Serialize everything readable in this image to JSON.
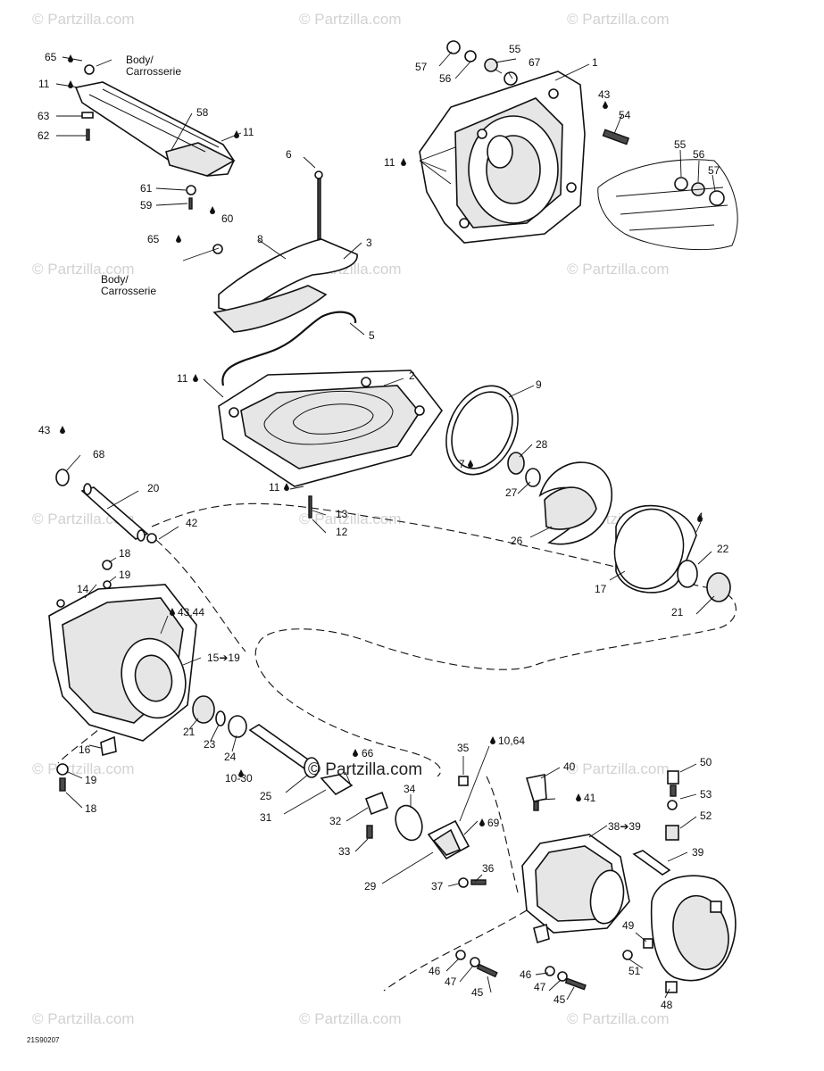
{
  "watermark": "© Partzilla.com",
  "center_watermark": "© Partzilla.com",
  "drawing_code": "21S90207",
  "body_label": [
    "Body/",
    "Carrosserie"
  ],
  "callouts": [
    "1",
    "2",
    "3",
    "4",
    "5",
    "6",
    "7",
    "8",
    "9",
    "10,64",
    "10-30",
    "11",
    "12",
    "13",
    "14",
    "15➔19",
    "16",
    "17",
    "18",
    "19",
    "20",
    "21",
    "22",
    "23",
    "24",
    "25",
    "26",
    "27",
    "28",
    "29",
    "31",
    "32",
    "33",
    "34",
    "35",
    "36",
    "37",
    "38➔39",
    "39",
    "40",
    "41",
    "42",
    "43",
    "43,44",
    "45",
    "46",
    "47",
    "48",
    "49",
    "50",
    "51",
    "52",
    "53",
    "54",
    "55",
    "56",
    "57",
    "58",
    "59",
    "60",
    "61",
    "62",
    "63",
    "65",
    "66",
    "67",
    "68",
    "69"
  ]
}
